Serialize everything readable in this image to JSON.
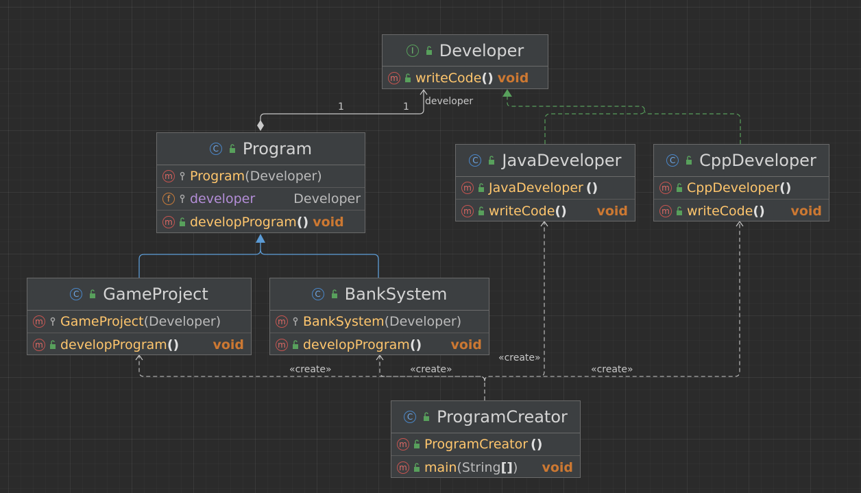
{
  "nodes": {
    "developer": {
      "kind": "interface-icon",
      "title": "Developer",
      "members": [
        {
          "kind": "method-icon",
          "name": "writeCode",
          "parens": "()",
          "ret": "void"
        }
      ]
    },
    "program": {
      "kind": "class-icon",
      "title": "Program",
      "members": [
        {
          "kind": "method-icon",
          "name": "Program",
          "params": "(Developer)"
        },
        {
          "kind": "field-icon",
          "name": "developer",
          "type": "Developer"
        },
        {
          "kind": "method-icon",
          "name": "developProgram",
          "parens": "()",
          "ret": "void"
        }
      ]
    },
    "java_developer": {
      "kind": "class-icon",
      "title": "JavaDeveloper",
      "members": [
        {
          "kind": "method-icon",
          "name": "JavaDeveloper",
          "parens": "()"
        },
        {
          "kind": "method-icon",
          "name": "writeCode",
          "parens": "()",
          "ret": "void"
        }
      ]
    },
    "cpp_developer": {
      "kind": "class-icon",
      "title": "CppDeveloper",
      "members": [
        {
          "kind": "method-icon",
          "name": "CppDeveloper",
          "parens": "()"
        },
        {
          "kind": "method-icon",
          "name": "writeCode",
          "parens": "()",
          "ret": "void"
        }
      ]
    },
    "game_project": {
      "kind": "class-icon",
      "title": "GameProject",
      "members": [
        {
          "kind": "method-icon",
          "name": "GameProject",
          "params": "(Developer)"
        },
        {
          "kind": "method-icon",
          "name": "developProgram",
          "parens": "()",
          "ret": "void"
        }
      ]
    },
    "bank_system": {
      "kind": "class-icon",
      "title": "BankSystem",
      "members": [
        {
          "kind": "method-icon",
          "name": "BankSystem",
          "params": "(Developer)"
        },
        {
          "kind": "method-icon",
          "name": "developProgram",
          "parens": "()",
          "ret": "void"
        }
      ]
    },
    "program_creator": {
      "kind": "class-icon",
      "title": "ProgramCreator",
      "members": [
        {
          "kind": "method-icon",
          "name": "ProgramCreator",
          "parens": "()"
        },
        {
          "kind": "method-icon",
          "name": "main",
          "params_pre": "(String",
          "params_arr": "[]",
          "params_post": ")",
          "ret": "void"
        }
      ]
    }
  },
  "edges": {
    "association": {
      "from_mult": "1",
      "to_mult": "1",
      "role": "developer"
    },
    "create_game": "«create»",
    "create_bank": "«create»",
    "create_java": "«create»",
    "create_cpp": "«create»"
  },
  "colors": {
    "background": "#2b2b2b",
    "node_fill": "#3c3f41",
    "method_name": "#ffc66d",
    "field_name": "#b48ed8",
    "return_type": "#cc7832",
    "inheritance_edge": "#5b9bd5",
    "realization_edge": "#58a05c",
    "dependency_edge": "#c8c8c8"
  }
}
